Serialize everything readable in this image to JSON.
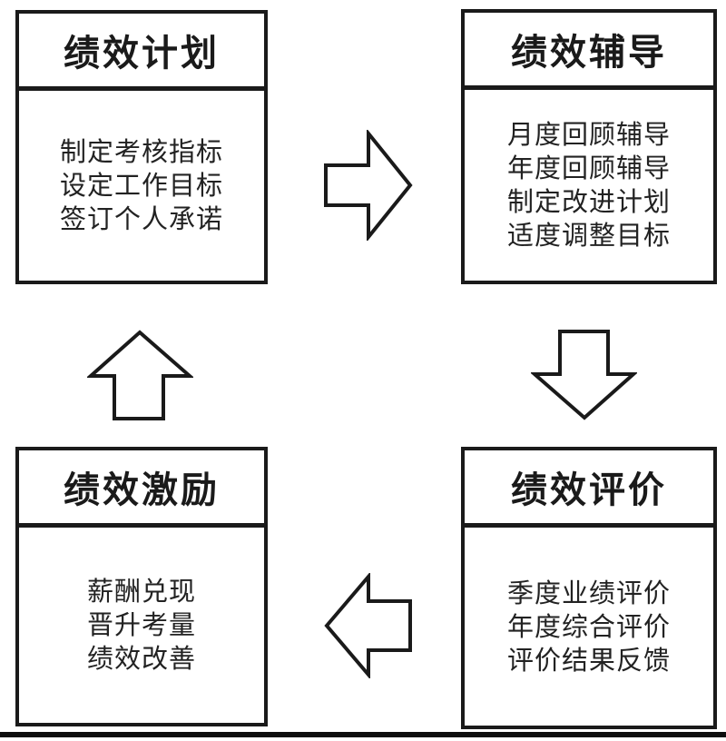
{
  "diagram": {
    "type": "cycle-flow",
    "colors": {
      "line": "#1a1a1a",
      "background": "#ffffff",
      "text": "#222222"
    },
    "boxes": [
      {
        "id": "performance-plan",
        "title": "绩效计划",
        "items": [
          "制定考核指标",
          "设定工作目标",
          "签订个人承诺"
        ]
      },
      {
        "id": "performance-coaching",
        "title": "绩效辅导",
        "items": [
          "月度回顾辅导",
          "年度回顾辅导",
          "制定改进计划",
          "适度调整目标"
        ]
      },
      {
        "id": "performance-evaluation",
        "title": "绩效评价",
        "items": [
          "季度业绩评价",
          "年度综合评价",
          "评价结果反馈"
        ]
      },
      {
        "id": "performance-incentive",
        "title": "绩效激励",
        "items": [
          "薪酬兑现",
          "晋升考量",
          "绩效改善"
        ]
      }
    ],
    "arrows": [
      {
        "id": "plan-to-coaching",
        "direction": "right"
      },
      {
        "id": "coaching-to-evaluation",
        "direction": "down"
      },
      {
        "id": "evaluation-to-incentive",
        "direction": "left"
      },
      {
        "id": "incentive-to-plan",
        "direction": "up"
      }
    ]
  }
}
